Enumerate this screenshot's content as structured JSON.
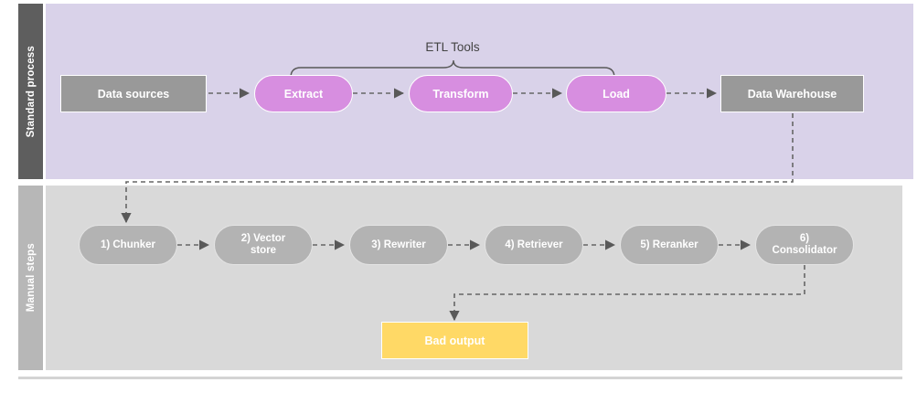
{
  "diagram": {
    "type": "flowchart",
    "lanes": [
      {
        "id": "standard",
        "label": "Standard process",
        "strip_color": "#5e5e5e",
        "body_color": "#d9d2e9"
      },
      {
        "id": "manual",
        "label": "Manual steps",
        "strip_color": "#b7b7b7",
        "body_color": "#d9d9d9"
      }
    ],
    "standard_process": {
      "bracket_label": "ETL Tools",
      "nodes": [
        {
          "id": "data-sources",
          "label": "Data sources",
          "shape": "rect",
          "color": "#999999"
        },
        {
          "id": "extract",
          "label": "Extract",
          "shape": "pill",
          "color": "#d78ee0"
        },
        {
          "id": "transform",
          "label": "Transform",
          "shape": "pill",
          "color": "#d78ee0"
        },
        {
          "id": "load",
          "label": "Load",
          "shape": "pill",
          "color": "#d78ee0"
        },
        {
          "id": "data-warehouse",
          "label": "Data Warehouse",
          "shape": "rect",
          "color": "#999999"
        }
      ]
    },
    "manual_steps": {
      "nodes": [
        {
          "id": "chunker",
          "label": "1) Chunker",
          "shape": "pill",
          "color": "#b3b3b3"
        },
        {
          "id": "vector-store",
          "label": "2) Vector\nstore",
          "shape": "pill",
          "color": "#b3b3b3"
        },
        {
          "id": "rewriter",
          "label": "3) Rewriter",
          "shape": "pill",
          "color": "#b3b3b3"
        },
        {
          "id": "retriever",
          "label": "4) Retriever",
          "shape": "pill",
          "color": "#b3b3b3"
        },
        {
          "id": "reranker",
          "label": "5) Reranker",
          "shape": "pill",
          "color": "#b3b3b3"
        },
        {
          "id": "consolidator",
          "label": "6)\nConsolidator",
          "shape": "pill",
          "color": "#b3b3b3"
        }
      ],
      "output": {
        "id": "bad-output",
        "label": "Bad output",
        "shape": "rect",
        "color": "#ffd966"
      }
    },
    "connector_color": "#666666",
    "node_labels": {
      "data_sources": "Data sources",
      "extract": "Extract",
      "transform": "Transform",
      "load": "Load",
      "data_warehouse": "Data Warehouse",
      "chunker": "1) Chunker",
      "vector_store_line1": "2) Vector",
      "vector_store_line2": "store",
      "rewriter": "3) Rewriter",
      "retriever": "4) Retriever",
      "reranker": "5) Reranker",
      "consolidator_line1": "6)",
      "consolidator_line2": "Consolidator",
      "bad_output": "Bad output",
      "etl_tools": "ETL Tools",
      "lane_standard": "Standard process",
      "lane_manual": "Manual steps"
    }
  }
}
